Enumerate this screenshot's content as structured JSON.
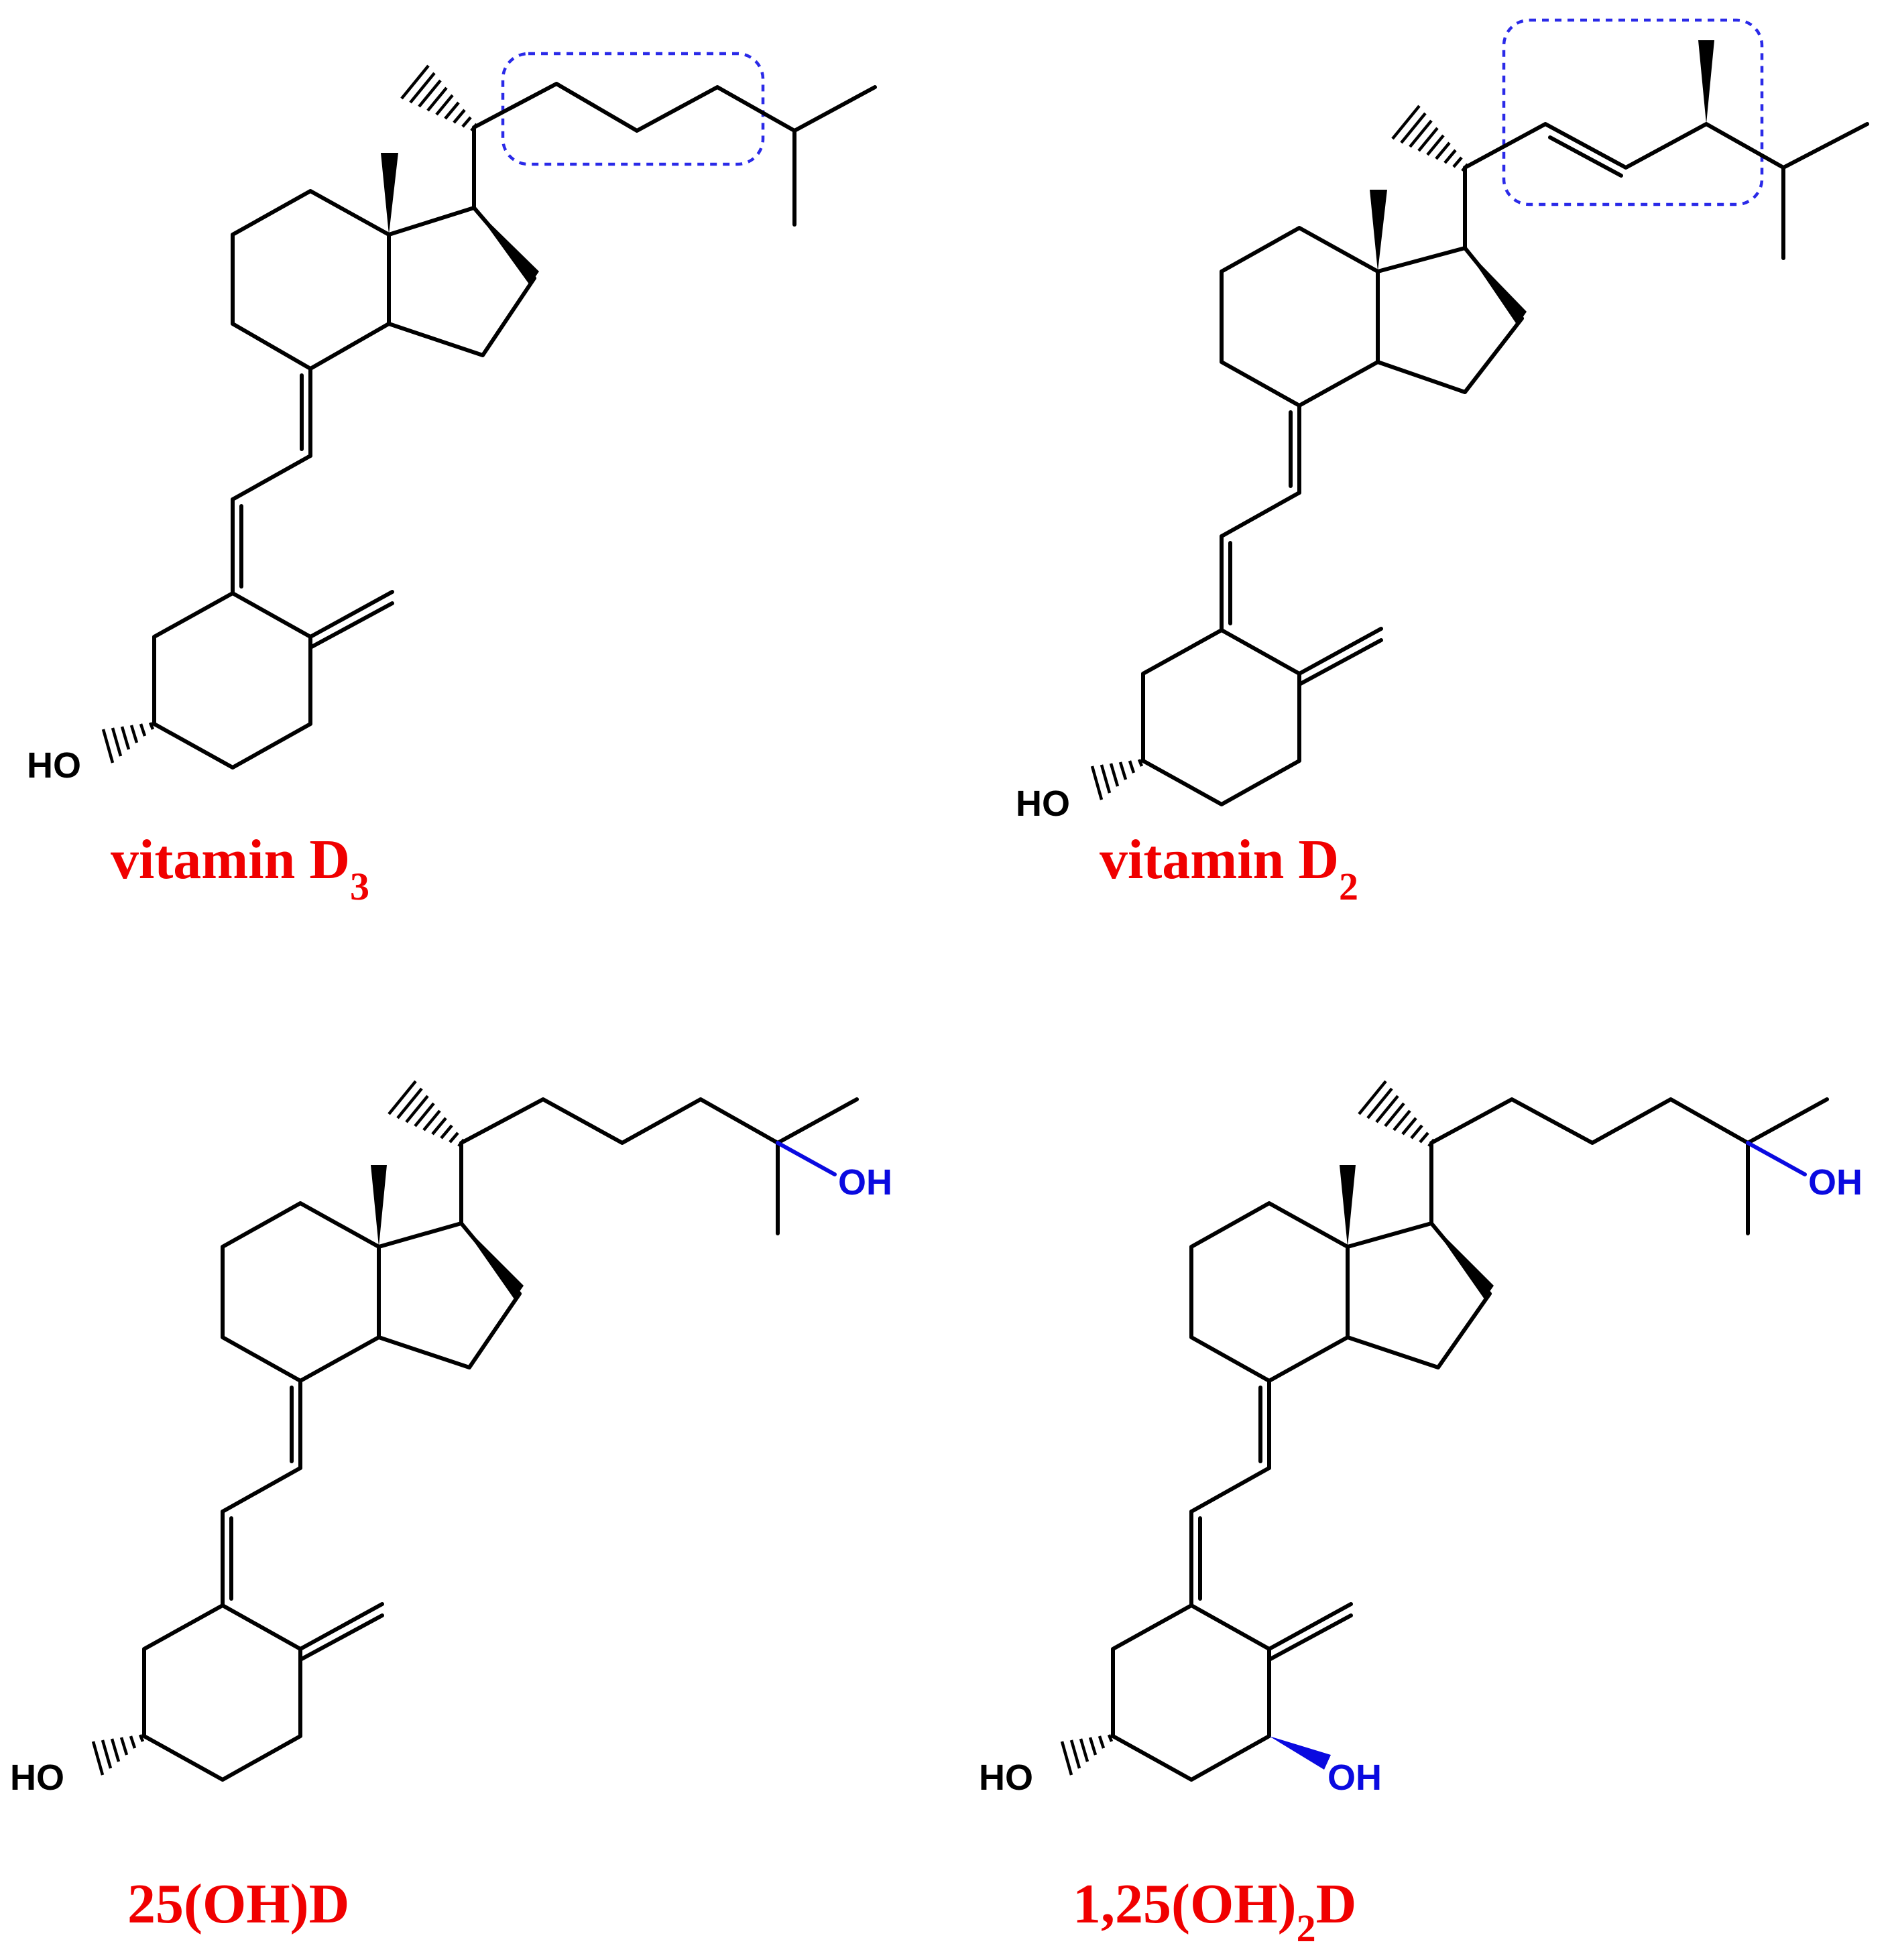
{
  "compounds": [
    {
      "name": "vitamin D",
      "subscript": "3",
      "hydroxyl_3": "HO",
      "highlight_color": "#2a2ae8"
    },
    {
      "name": "vitamin D",
      "subscript": "2",
      "hydroxyl_3": "HO",
      "highlight_color": "#2a2ae8"
    },
    {
      "name_prefix": "25(OH)D",
      "hydroxyl_3": "HO",
      "hydroxyl_25": "OH",
      "hydroxyl_color": "#0a0ae0"
    },
    {
      "name_prefix": "1,25(OH)",
      "subscript": "2",
      "name_suffix": "D",
      "hydroxyl_3": "HO",
      "hydroxyl_1": "OH",
      "hydroxyl_25": "OH",
      "hydroxyl_color": "#0a0ae0"
    }
  ],
  "label_color": "#f00000"
}
